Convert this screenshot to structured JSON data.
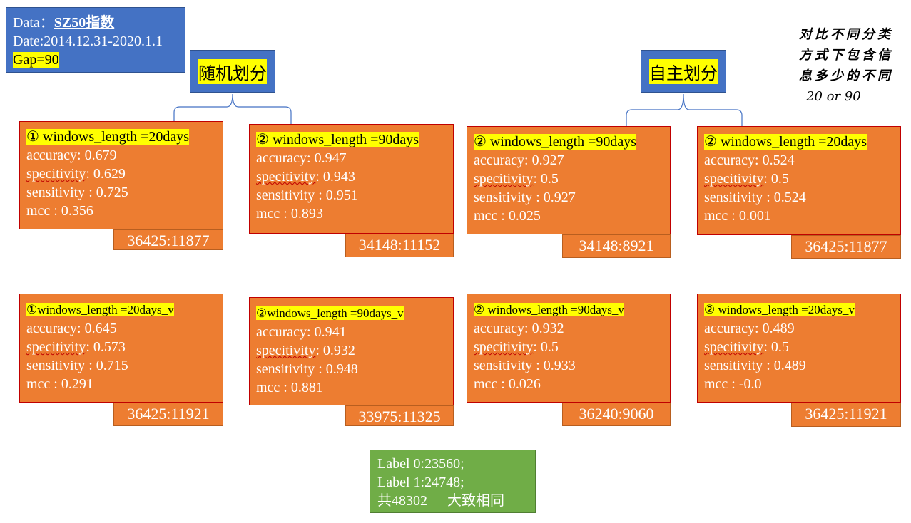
{
  "info": {
    "data_label": "Data：",
    "data_value": "SZ50指数",
    "date": "Date:2014.12.31-2020.1.1",
    "gap": "Gap=90"
  },
  "groups": {
    "random": "随机划分",
    "manual": "自主划分"
  },
  "note": {
    "lines": [
      "对比不同分类",
      "方式下包含信",
      "息多少的不同"
    ],
    "sub": "20 or 90"
  },
  "cards": [
    {
      "title": "① windows_length =20days",
      "accuracy": "accuracy: 0.679",
      "specitivity_label": "specitivity",
      "specitivity_val": ": 0.629",
      "sensitivity": "sensitivity : 0.725",
      "mcc": "mcc : 0.356",
      "count": "36425:11877"
    },
    {
      "title": "② windows_length =90days",
      "accuracy": "accuracy: 0.947",
      "specitivity_label": "specitivity",
      "specitivity_val": ": 0.943",
      "sensitivity": "sensitivity : 0.951",
      "mcc": "mcc : 0.893",
      "count": "34148:11152"
    },
    {
      "title": "② windows_length =90days",
      "accuracy": "accuracy: 0.927",
      "specitivity_label": "specitivity",
      "specitivity_val": ": 0.5",
      "sensitivity": "sensitivity : 0.927",
      "mcc": "mcc : 0.025",
      "count": "34148:8921"
    },
    {
      "title": "② windows_length =20days",
      "accuracy": "accuracy: 0.524",
      "specitivity_label": "specitivity",
      "specitivity_val": ": 0.5",
      "sensitivity": "sensitivity : 0.524",
      "mcc": "mcc : 0.001",
      "count": "36425:11877"
    },
    {
      "title": "①windows_length =20days_v",
      "accuracy": "accuracy: 0.645",
      "specitivity_label": "specitivity",
      "specitivity_val": ": 0.573",
      "sensitivity": "sensitivity : 0.715",
      "mcc": "mcc : 0.291",
      "count": "36425:11921"
    },
    {
      "title": "②windows_length =90days_v",
      "accuracy": "accuracy: 0.941",
      "specitivity_label": "specitivity",
      "specitivity_val": ": 0.932",
      "sensitivity": "sensitivity : 0.948",
      "mcc": "mcc : 0.881",
      "count": "33975:11325"
    },
    {
      "title": "② windows_length =90days_v",
      "accuracy": "accuracy: 0.932",
      "specitivity_label": "specitivity",
      "specitivity_val": ": 0.5",
      "sensitivity": "sensitivity : 0.933",
      "mcc": "mcc : 0.026",
      "count": "36240:9060"
    },
    {
      "title": "② windows_length =20days_v",
      "accuracy": "accuracy: 0.489",
      "specitivity_label": "specitivity",
      "specitivity_val": ": 0.5",
      "sensitivity": "sensitivity : 0.489",
      "mcc": "mcc : -0.0",
      "count": "36425:11921"
    }
  ],
  "labels": {
    "l0": "Label 0:23560;",
    "l1": "Label 1:24748;",
    "total": "共48302",
    "same": "大致相同"
  }
}
